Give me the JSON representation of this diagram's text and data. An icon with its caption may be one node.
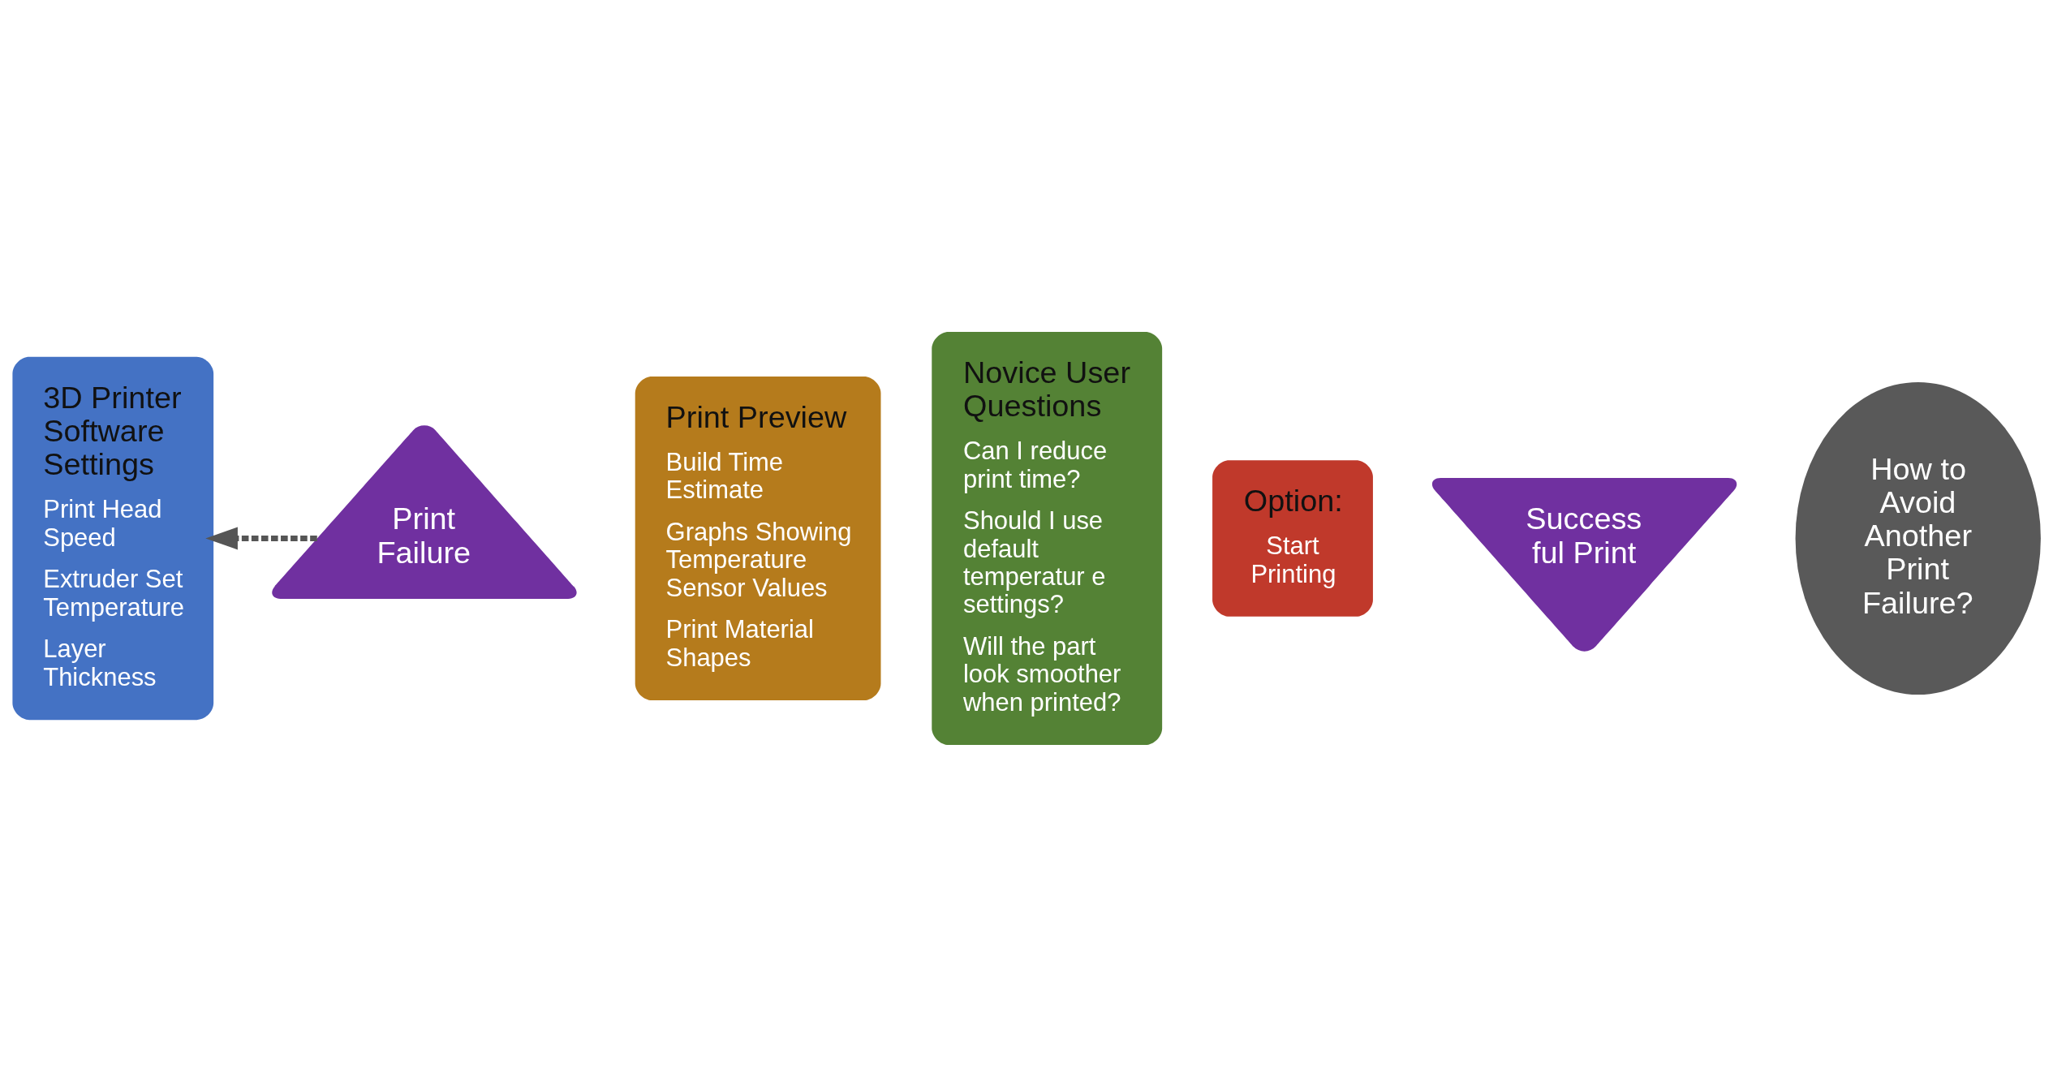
{
  "diagram": {
    "nodes": [
      {
        "text": [
          "3D Printer Software Settings",
          "Print Head Speed",
          "Extruder Set Temperature",
          "Layer Thickness"
        ]
      },
      {
        "text": [
          "Print Preview",
          "Build Time Estimate",
          "Graphs Showing Temperature Sensor Values",
          "Print Material Shapes"
        ]
      },
      {
        "text": [
          "Novice User Questions",
          "Can I reduce print time?",
          "Should I use default temperatur e settings?",
          "Will the part look smoother when printed?"
        ]
      },
      {
        "text": [
          "Option:",
          "Start Printing"
        ]
      },
      {
        "text": [
          "Success ful Print"
        ]
      },
      {
        "text": [
          "Print Failure"
        ]
      },
      {
        "text": [
          "How to Avoid Another Print Failure?"
        ]
      }
    ],
    "edges": [
      {
        "from": 5,
        "to": 0,
        "arrow": "to",
        "style": "dashed"
      }
    ]
  }
}
